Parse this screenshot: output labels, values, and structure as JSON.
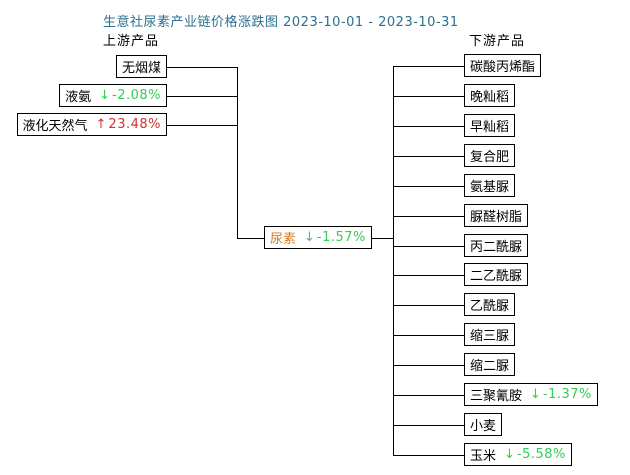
{
  "title": "生意社尿素产业链价格涨跌图 2023-10-01 - 2023-10-31",
  "upstream_header": "上游产品",
  "downstream_header": "下游产品",
  "colors": {
    "title_blue": "#2a7090",
    "up_red": "#cc3333",
    "down_green": "#33cc55",
    "center_orange": "#e07820",
    "line_black": "#000000",
    "label_black": "#000000",
    "background": "#ffffff"
  },
  "center": {
    "label": "尿素",
    "direction": "down",
    "change": "-1.57%"
  },
  "upstream": [
    {
      "label": "无烟煤",
      "direction": null,
      "change": null
    },
    {
      "label": "液氨",
      "direction": "down",
      "change": "-2.08%"
    },
    {
      "label": "液化天然气",
      "direction": "up",
      "change": "23.48%"
    }
  ],
  "downstream": [
    {
      "label": "碳酸丙烯酯",
      "direction": null,
      "change": null
    },
    {
      "label": "晚籼稻",
      "direction": null,
      "change": null
    },
    {
      "label": "早籼稻",
      "direction": null,
      "change": null
    },
    {
      "label": "复合肥",
      "direction": null,
      "change": null
    },
    {
      "label": "氨基脲",
      "direction": null,
      "change": null
    },
    {
      "label": "脲醛树脂",
      "direction": null,
      "change": null
    },
    {
      "label": "丙二酰脲",
      "direction": null,
      "change": null
    },
    {
      "label": "二乙酰脲",
      "direction": null,
      "change": null
    },
    {
      "label": "乙酰脲",
      "direction": null,
      "change": null
    },
    {
      "label": "缩三脲",
      "direction": null,
      "change": null
    },
    {
      "label": "缩二脲",
      "direction": null,
      "change": null
    },
    {
      "label": "三聚氰胺",
      "direction": "down",
      "change": "-1.37%"
    },
    {
      "label": "小麦",
      "direction": null,
      "change": null
    },
    {
      "label": "玉米",
      "direction": "down",
      "change": "-5.58%"
    }
  ]
}
